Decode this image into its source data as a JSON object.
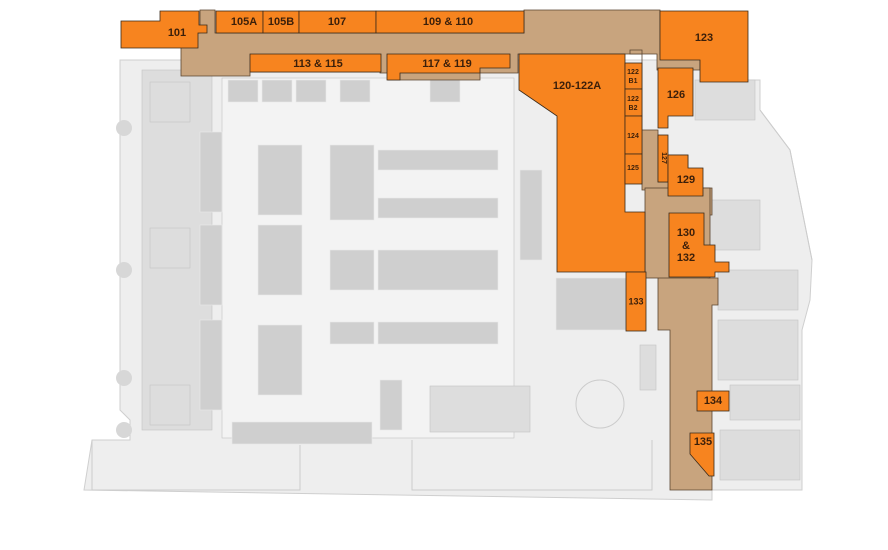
{
  "map": {
    "colors": {
      "unit": "#f7841f",
      "corridor": "#c8a47e",
      "background": "#eeeeee",
      "blocks": "#dddddd"
    },
    "units": [
      {
        "id": "101",
        "label": "101"
      },
      {
        "id": "105A",
        "label": "105A"
      },
      {
        "id": "105B",
        "label": "105B"
      },
      {
        "id": "107",
        "label": "107"
      },
      {
        "id": "109-110",
        "label": "109 & 110"
      },
      {
        "id": "113-115",
        "label": "113 & 115"
      },
      {
        "id": "117-119",
        "label": "117 & 119"
      },
      {
        "id": "120-122A",
        "label": "120-122A"
      },
      {
        "id": "122B1",
        "label": "122",
        "label2": "B1"
      },
      {
        "id": "122B2",
        "label": "122",
        "label2": "B2"
      },
      {
        "id": "124",
        "label": "124"
      },
      {
        "id": "125",
        "label": "125"
      },
      {
        "id": "123",
        "label": "123"
      },
      {
        "id": "126",
        "label": "126"
      },
      {
        "id": "127",
        "label": "127"
      },
      {
        "id": "129",
        "label": "129"
      },
      {
        "id": "130-132",
        "label": "130",
        "label2": "&",
        "label3": "132"
      },
      {
        "id": "133",
        "label": "133"
      },
      {
        "id": "134",
        "label": "134"
      },
      {
        "id": "135",
        "label": "135"
      }
    ]
  }
}
